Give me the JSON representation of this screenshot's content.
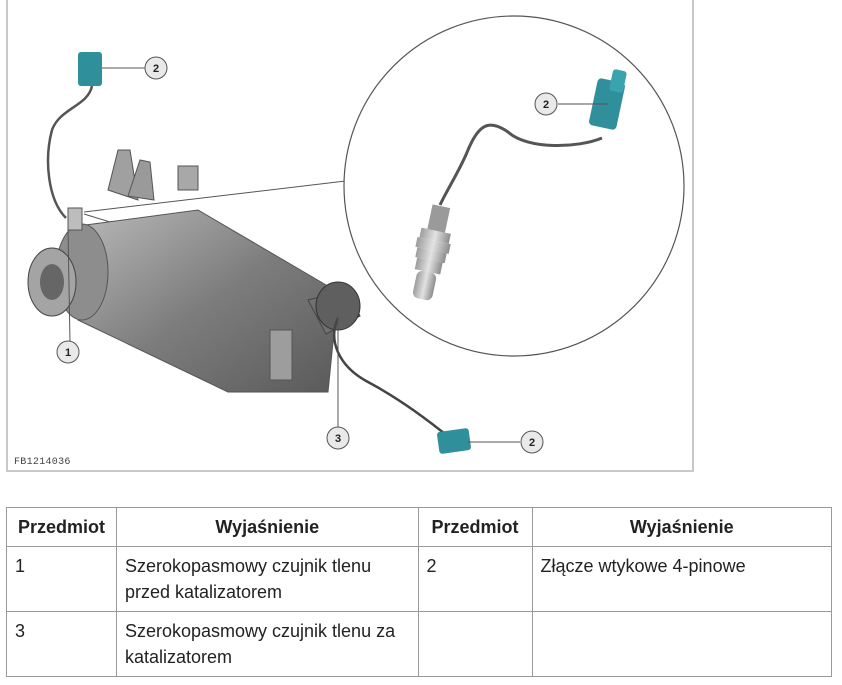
{
  "figure": {
    "code": "FB1214036",
    "callouts": [
      "1",
      "2",
      "2",
      "2",
      "3"
    ]
  },
  "table": {
    "headers": [
      "Przedmiot",
      "Wyjaśnienie",
      "Przedmiot",
      "Wyjaśnienie"
    ],
    "rows": [
      [
        "1",
        "Szerokopasmowy czujnik tlenu przed katalizatorem",
        "2",
        "Złącze wtykowe 4-pinowe"
      ],
      [
        "3",
        "Szerokopasmowy czujnik tlenu za katalizatorem",
        "",
        ""
      ]
    ]
  },
  "colors": {
    "connector": "#2f8f9a",
    "part_gray": "#8a8a8a",
    "callout_fill": "#e9e9e9"
  }
}
